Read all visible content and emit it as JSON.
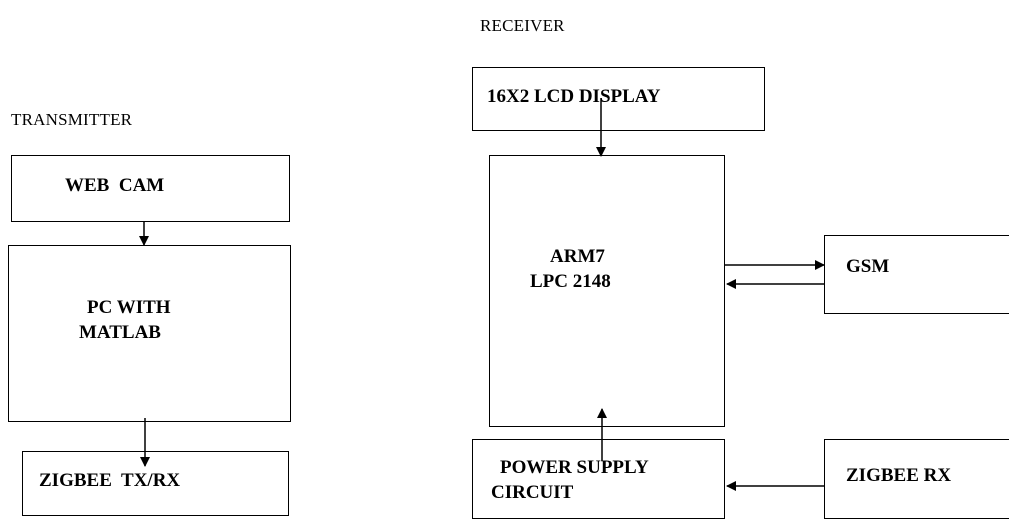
{
  "transmitter": {
    "label": "TRANSMITTER",
    "webcam": "WEB  CAM",
    "pc_line1": "PC WITH",
    "pc_line2": "MATLAB",
    "zigbee_txrx": "ZIGBEE  TX/RX"
  },
  "receiver": {
    "label": "RECEIVER",
    "lcd": "16X2 LCD DISPLAY",
    "arm_line1": "ARM7",
    "arm_line2": "LPC 2148",
    "gsm": "GSM",
    "power_line1": "POWER SUPPLY",
    "power_line2": "CIRCUIT",
    "zigbee_rx": "ZIGBEE RX"
  }
}
